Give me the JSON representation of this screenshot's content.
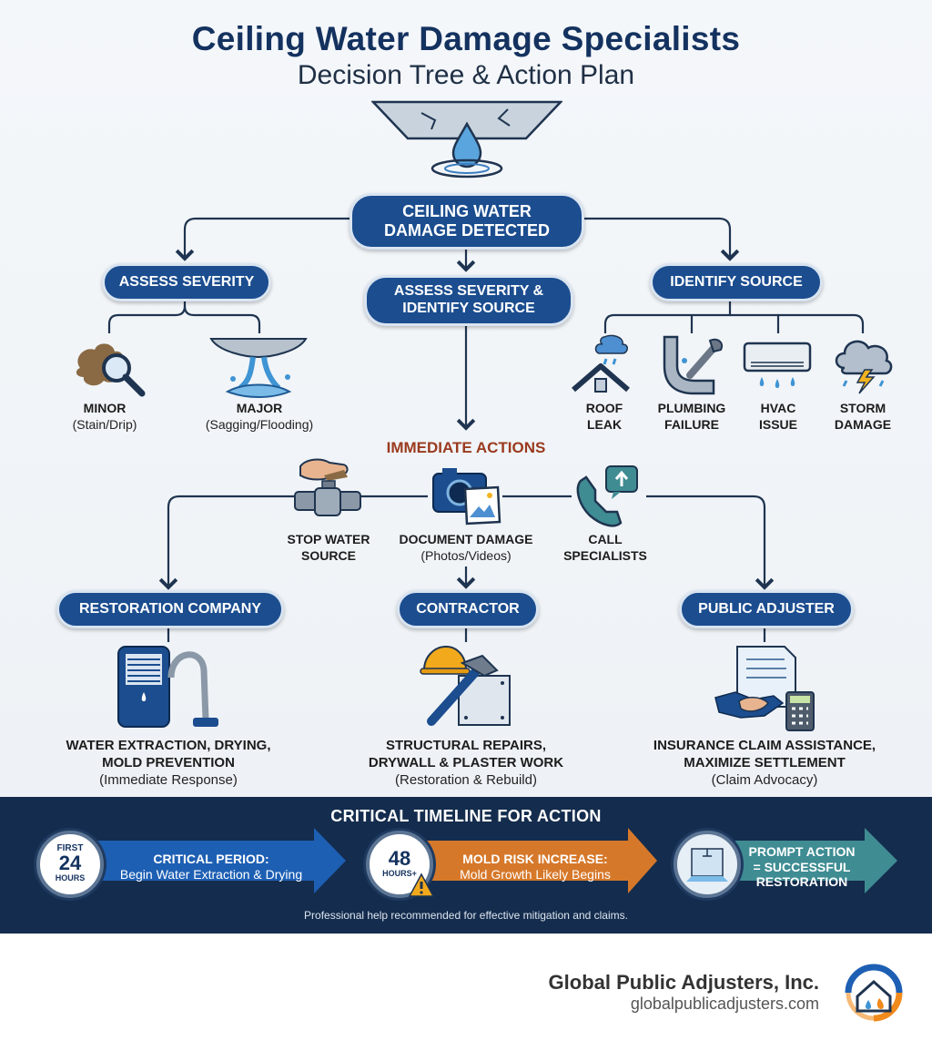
{
  "header": {
    "title": "Ceiling Water Damage Specialists",
    "subtitle": "Decision Tree & Action Plan"
  },
  "tree": {
    "root": "CEILING WATER DAMAGE DETECTED",
    "left_branch": "ASSESS SEVERITY",
    "center_branch": "ASSESS SEVERITY & IDENTIFY SOURCE",
    "right_branch": "IDENTIFY SOURCE",
    "severity": [
      {
        "title": "MINOR",
        "detail": "(Stain/Drip)",
        "icon": "magnifier-stain-icon"
      },
      {
        "title": "MAJOR",
        "detail": "(Sagging/Flooding)",
        "icon": "ceiling-flood-icon"
      }
    ],
    "sources": [
      {
        "line1": "ROOF",
        "line2": "LEAK",
        "icon": "roof-leak-icon"
      },
      {
        "line1": "PLUMBING",
        "line2": "FAILURE",
        "icon": "pipe-wrench-icon"
      },
      {
        "line1": "HVAC",
        "line2": "ISSUE",
        "icon": "air-conditioner-icon"
      },
      {
        "line1": "STORM",
        "line2": "DAMAGE",
        "icon": "storm-cloud-icon"
      }
    ],
    "immediate_heading": "IMMEDIATE ACTIONS",
    "actions": [
      {
        "line1": "STOP WATER",
        "line2": "SOURCE",
        "icon": "valve-hand-icon"
      },
      {
        "line1": "DOCUMENT DAMAGE",
        "line2": "(Photos/Videos)",
        "icon": "camera-photo-icon"
      },
      {
        "line1": "CALL",
        "line2": "SPECIALISTS",
        "icon": "phone-icon"
      }
    ],
    "specialists": [
      {
        "name": "RESTORATION COMPANY",
        "line1": "WATER EXTRACTION, DRYING,",
        "line2": "MOLD PREVENTION",
        "line3": "(Immediate Response)",
        "icon": "dehumidifier-icon"
      },
      {
        "name": "CONTRACTOR",
        "line1": "STRUCTURAL REPAIRS,",
        "line2": "DRYWALL & PLASTER WORK",
        "line3": "(Restoration & Rebuild)",
        "icon": "hammer-helmet-icon"
      },
      {
        "name": "PUBLIC ADJUSTER",
        "line1": "INSURANCE CLAIM ASSISTANCE,",
        "line2": "MAXIMIZE SETTLEMENT",
        "line3": "(Claim Advocacy)",
        "icon": "handshake-document-icon"
      }
    ]
  },
  "timeline": {
    "title": "CRITICAL TIMELINE FOR ACTION",
    "steps": [
      {
        "clock_top": "FIRST",
        "clock_num": "24",
        "clock_bottom": "HOURS",
        "heading": "CRITICAL PERIOD:",
        "text": "Begin Water Extraction & Drying",
        "color": "#1d5fb3"
      },
      {
        "clock_num": "48",
        "clock_bottom": "HOURS+",
        "heading": "MOLD RISK INCREASE:",
        "text": "Mold Growth Likely Begins",
        "color": "#d6782a"
      },
      {
        "heading": "PROMPT ACTION",
        "text1": "= SUCCESSFUL",
        "text2": "RESTORATION",
        "color": "#3f8c93"
      }
    ],
    "note": "Professional help recommended for effective mitigation and claims."
  },
  "footer": {
    "company": "Global Public Adjusters, Inc.",
    "url": "globalpublicadjusters.com"
  },
  "colors": {
    "navy": "#1b4d8f",
    "dark_navy": "#142c4d",
    "title": "#14325f",
    "accent_red": "#9a3a1e",
    "teal": "#3f8c93",
    "orange": "#d6782a"
  }
}
